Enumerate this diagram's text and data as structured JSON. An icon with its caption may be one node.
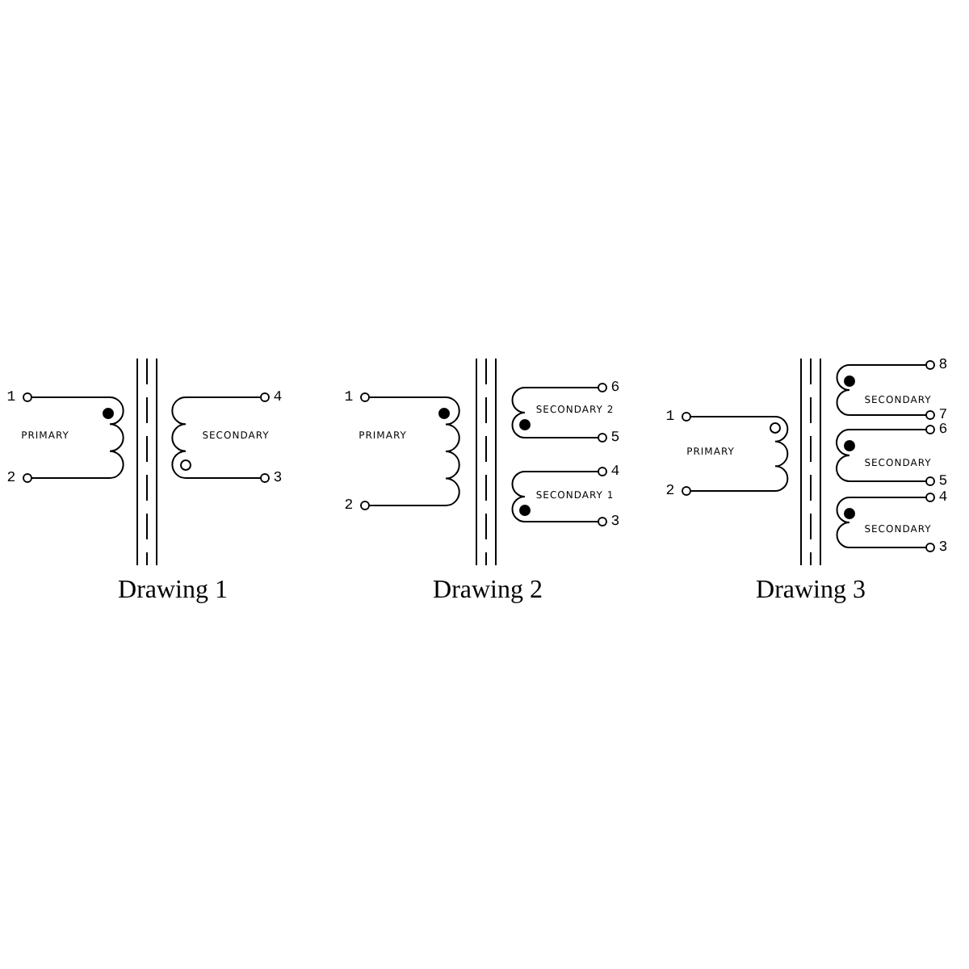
{
  "diagram": {
    "labels": [
      "1",
      "4",
      "PRIMARY",
      "SECONDARY",
      "2",
      "3",
      "Drawing 1",
      "1",
      "6",
      "SECONDARY 2",
      "5",
      "PRIMARY",
      "4",
      "SECONDARY 1",
      "2",
      "3",
      "Drawing 2",
      "8",
      "SECONDARY",
      "1",
      "7",
      "6",
      "PRIMARY",
      "SECONDARY",
      "5",
      "4",
      "2",
      "SECONDARY",
      "3",
      "Drawing 3"
    ]
  }
}
